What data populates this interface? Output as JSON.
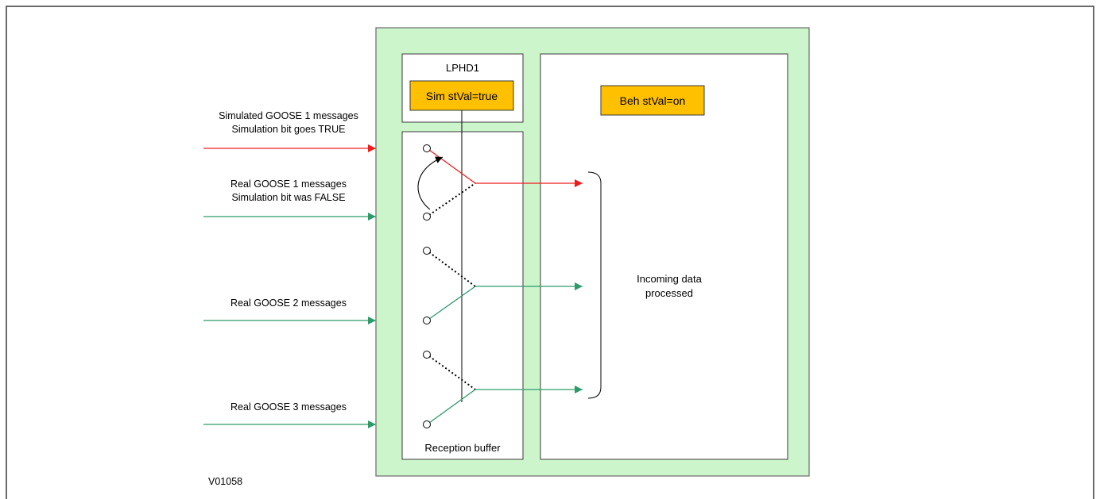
{
  "figure_id": "V01058",
  "colors": {
    "frame": "#3a3a3a",
    "device_fill": "#ccf5cc",
    "device_stroke": "#6a6a6a",
    "box_stroke": "#3a3a3a",
    "status_fill": "#ffc000",
    "simulated": "#ee1c1c",
    "real": "#2e9a6a",
    "neutral": "#000000"
  },
  "logical_node": {
    "title": "LPHD1",
    "sim_status": "Sim stVal=true"
  },
  "behaviour": {
    "status": "Beh stVal=on"
  },
  "buffer": {
    "label": "Reception buffer"
  },
  "processing": {
    "line1": "Incoming data",
    "line2": "processed"
  },
  "inputs": [
    {
      "line1": "Simulated GOOSE 1 messages",
      "line2": "Simulation bit goes TRUE",
      "kind": "simulated"
    },
    {
      "line1": "Real GOOSE 1 messages",
      "line2": "Simulation bit was FALSE",
      "kind": "real"
    },
    {
      "line1": "Real GOOSE 2 messages",
      "line2": "",
      "kind": "real"
    },
    {
      "line1": "Real GOOSE 3 messages",
      "line2": "",
      "kind": "real"
    }
  ]
}
